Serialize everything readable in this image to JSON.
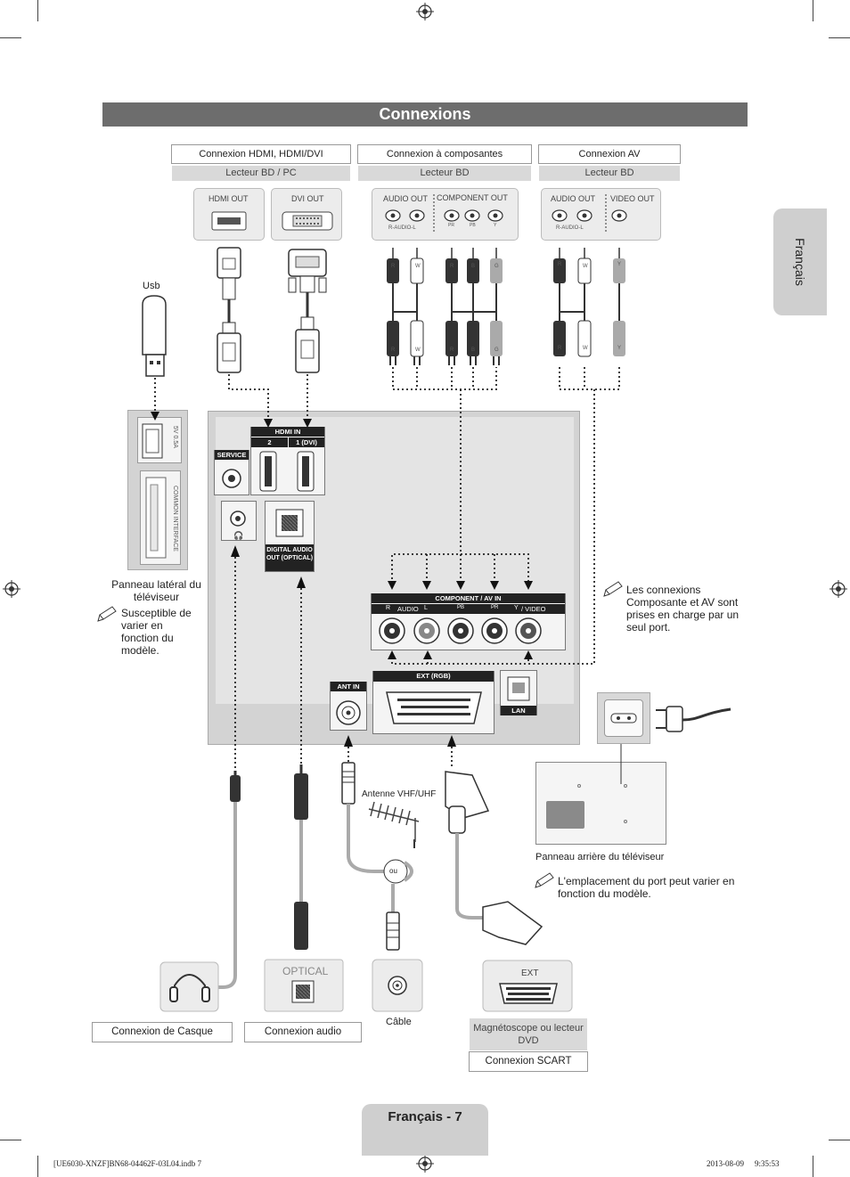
{
  "title": "Connexions",
  "language_tab": "Français",
  "page_label": "Français - 7",
  "sources": [
    {
      "header": "Connexion HDMI, HDMI/DVI",
      "device": "Lecteur BD / PC",
      "ports": [
        "HDMI OUT",
        "DVI OUT"
      ]
    },
    {
      "header": "Connexion à composantes",
      "device": "Lecteur BD",
      "ports": [
        "AUDIO OUT",
        "COMPONENT OUT"
      ],
      "sub": "R-AUDIO-L",
      "comp_sub": [
        "PR",
        "PB",
        "Y"
      ]
    },
    {
      "header": "Connexion AV",
      "device": "Lecteur BD",
      "ports": [
        "AUDIO OUT",
        "VIDEO OUT"
      ],
      "sub": "R-AUDIO-L"
    }
  ],
  "plug_letters": {
    "component": [
      "R",
      "W",
      "R",
      "B",
      "G"
    ],
    "av": [
      "R",
      "W",
      "Y"
    ]
  },
  "usb_label": "Usb",
  "side_panel": {
    "usb_port": "5V 0.5A",
    "ci_slot": "COMMON INTERFACE",
    "label": "Panneau latéral du téléviseur",
    "note": "Susceptible de varier en fonction du modèle."
  },
  "tv_ports": {
    "hdmi_in": "HDMI IN",
    "hdmi_2": "2",
    "hdmi_1": "1 (DVI)",
    "service": "SERVICE",
    "digital_audio": "DIGITAL AUDIO OUT (OPTICAL)",
    "component_av": "COMPONENT / AV IN",
    "audio": "AUDIO",
    "video": "/ VIDEO",
    "ant_in": "ANT IN",
    "ext_rgb": "EXT (RGB)",
    "lan": "LAN",
    "component_letters": [
      "R",
      "L",
      "PB",
      "PR",
      "Y"
    ]
  },
  "note_component": "Les connexions Composante et AV sont prises en charge par un seul port.",
  "rear_panel": {
    "label": "Panneau arrière du téléviseur",
    "note": "L'emplacement du port peut varier en fonction du modèle."
  },
  "antenna_label": "Antenne VHF/UHF",
  "ou_label": "ou",
  "bottom_devices": [
    {
      "name": "Connexion de Casque"
    },
    {
      "name": "Connexion audio",
      "port": "OPTICAL"
    },
    {
      "name": "Câble"
    },
    {
      "name": "Connexion SCART",
      "port": "EXT",
      "device": "Magnétoscope ou lecteur DVD"
    }
  ],
  "footer": {
    "file": "[UE6030-XNZF]BN68-04462F-03L04.indb   7",
    "date": "2013-08-09",
    "time": "9:35:53"
  }
}
